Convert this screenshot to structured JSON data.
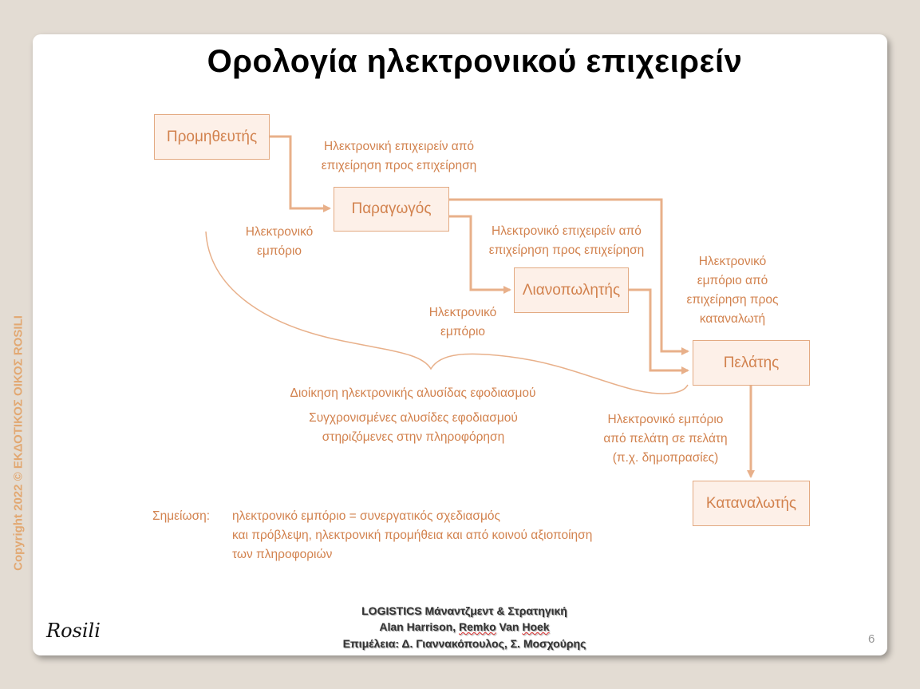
{
  "title": "Ορολογία ηλεκτρονικού επιχειρείν",
  "copyright": "Copyright 2022 © ΕΚΔΟΤΙΚΟΣ ΟΙΚΟΣ ROSILI",
  "diagram": {
    "nodes": {
      "supplier": "Προμηθευτής",
      "manufacturer": "Παραγωγός",
      "retailer": "Λιανοπωλητής",
      "customer": "Πελάτης",
      "consumer": "Καταναλωτής"
    },
    "labels": {
      "b2b_1_line1": "Ηλεκτρονική επιχειρείν από",
      "b2b_1_line2": "επιχείρηση προς επιχείρηση",
      "b2b_2_line1": "Ηλεκτρονικό επιχειρείν από",
      "b2b_2_line2": "επιχείρηση προς επιχείρηση",
      "ecom_left_line1": "Ηλεκτρονικό",
      "ecom_left_line2": "εμπόριο",
      "ecom_mid_line1": "Ηλεκτρονικό",
      "ecom_mid_line2": "εμπόριο",
      "b2c_line1": "Ηλεκτρονικό",
      "b2c_line2": "εμπόριο από",
      "b2c_line3": "επιχείρηση προς",
      "b2c_line4": "καταναλωτή",
      "scm": "Διοίκηση ηλεκτρονικής αλυσίδας εφοδιασμού",
      "sync_line1": "Συγχρονισμένες αλυσίδες εφοδιασμού",
      "sync_line2": "στηριζόμενες στην πληροφόρηση",
      "c2c_line1": "Ηλεκτρονικό εμπόριο",
      "c2c_line2": "από πελάτη σε πελάτη",
      "c2c_line3": "(π.χ. δημοπρασίες)"
    },
    "note": {
      "label": "Σημείωση:",
      "line1": "ηλεκτρονικό εμπόριο = συνεργατικός σχεδιασμός",
      "line2": "και πρόβλεψη, ηλεκτρονική προμήθεια και από κοινού αξιοποίηση",
      "line3": "των πληροφοριών"
    }
  },
  "footer": {
    "line1": "LOGISTICS Μάναντζμεντ & Στρατηγική",
    "line2_prefix": "Alan Harrison, ",
    "line2_ul1": "Remko",
    "line2_mid": " Van ",
    "line2_ul2": "Hoek",
    "line3": "Επιμέλεια: Δ. Γιαννακόπουλος, Σ. Μοσχούρης"
  },
  "page_number": "6",
  "logo": "Rosili",
  "colors": {
    "accent": "#d2824e",
    "line": "#e8b08a",
    "box_fill": "#fdf0e8"
  }
}
